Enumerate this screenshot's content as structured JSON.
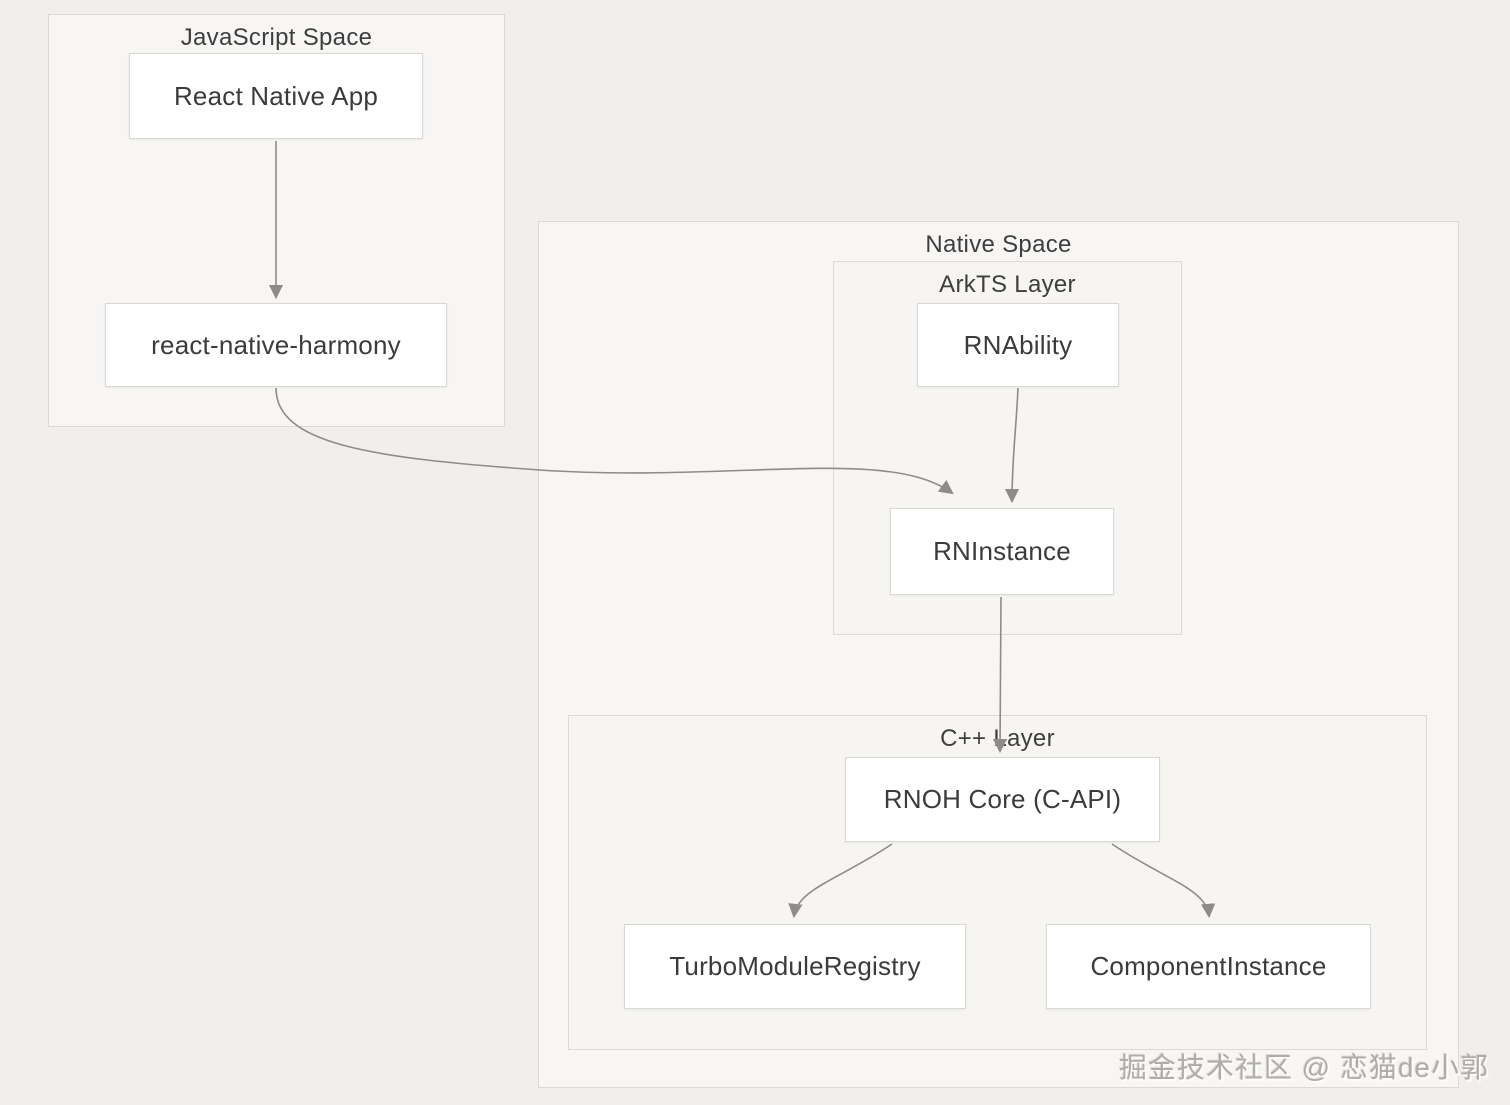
{
  "page": {
    "watermark": "掘金技术社区 @ 恋猫de小郭"
  },
  "groups": {
    "js_space": {
      "title": "JavaScript Space"
    },
    "native_space": {
      "title": "Native Space"
    },
    "arkts_layer": {
      "title": "ArkTS Layer"
    },
    "cpp_layer": {
      "title": "C++ Layer"
    }
  },
  "nodes": {
    "react_native_app": {
      "label": "React Native App"
    },
    "react_native_harmony": {
      "label": "react-native-harmony"
    },
    "rnability": {
      "label": "RNAbility"
    },
    "rninstance": {
      "label": "RNInstance"
    },
    "rnoh_core": {
      "label": "RNOH Core (C-API)"
    },
    "turbo_module_registry": {
      "label": "TurboModuleRegistry"
    },
    "component_instance": {
      "label": "ComponentInstance"
    }
  },
  "edges": [
    {
      "from": "React Native App",
      "to": "react-native-harmony"
    },
    {
      "from": "react-native-harmony",
      "to": "RNInstance"
    },
    {
      "from": "RNAbility",
      "to": "RNInstance"
    },
    {
      "from": "RNInstance",
      "to": "RNOH Core (C-API)"
    },
    {
      "from": "RNOH Core (C-API)",
      "to": "TurboModuleRegistry"
    },
    {
      "from": "RNOH Core (C-API)",
      "to": "ComponentInstance"
    }
  ],
  "colors": {
    "page_bg": "#f1efec",
    "group_bg": "#f7f6f4",
    "nested_group_bg": "#f6f5f2",
    "node_bg": "#ffffff",
    "border": "#dcd9d5",
    "arrow": "#8e8c8a",
    "text": "#3b3b3b",
    "watermark": "#b0ada9"
  }
}
